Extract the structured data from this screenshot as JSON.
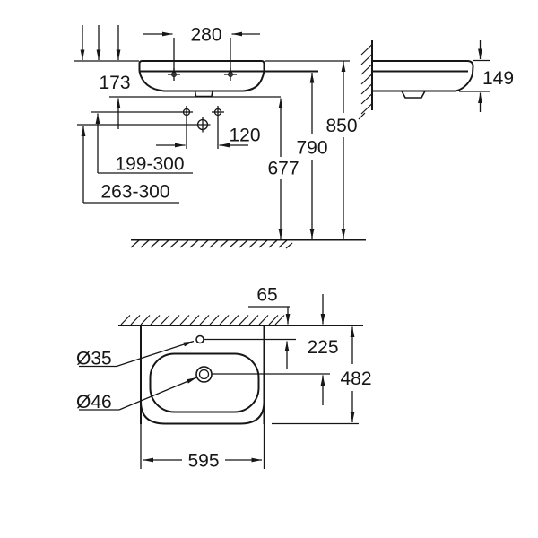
{
  "front_view": {
    "dimensions": {
      "tap_holes_distance": "280",
      "basin_total_height": "173",
      "supply_holes_distance": "120",
      "range_rim_to_supply": "199-300",
      "range_rim_to_drain": "263-300",
      "floor_to_outlet": "677",
      "floor_to_rim_underside": "790",
      "floor_to_rim_top": "850"
    }
  },
  "side_view": {
    "dimensions": {
      "front_edge_height": "149"
    }
  },
  "top_view": {
    "dimensions": {
      "wall_to_tap_hole": "65",
      "wall_to_drain": "225",
      "total_depth": "482",
      "total_width": "595",
      "tap_hole_diameter": "Ø35",
      "drain_diameter": "Ø46"
    }
  }
}
